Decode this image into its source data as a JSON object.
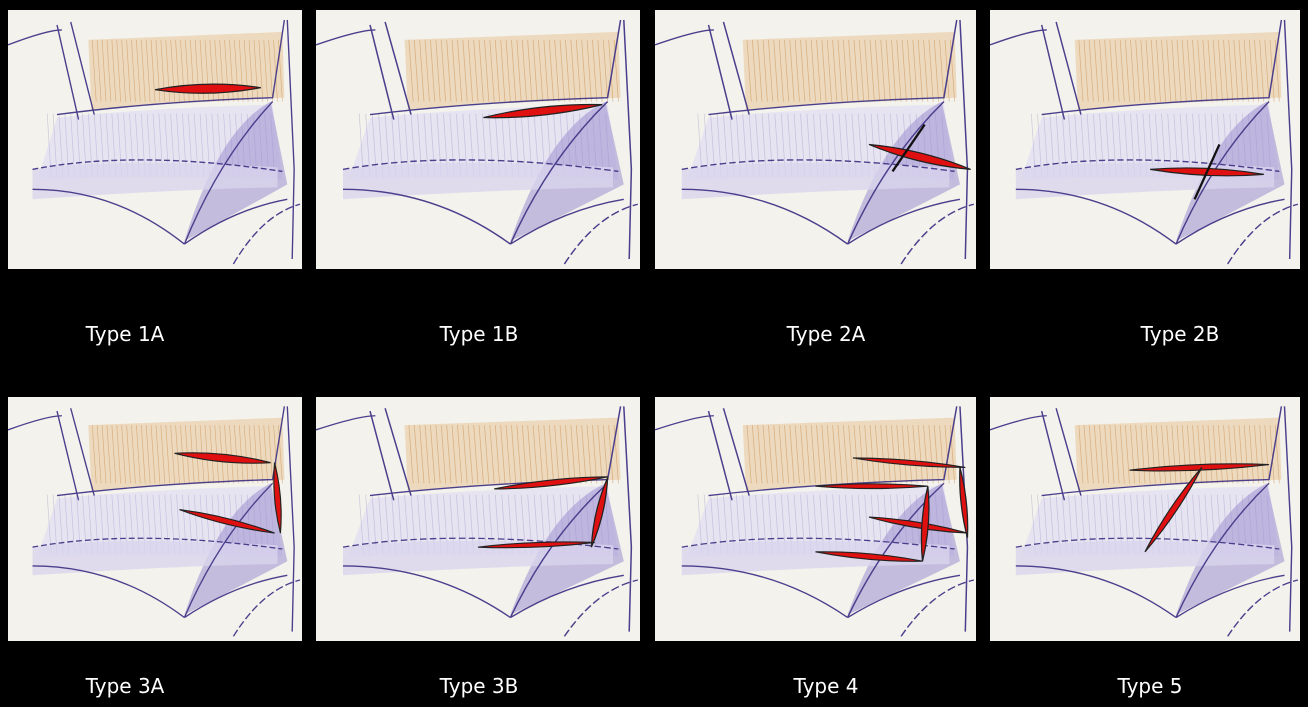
{
  "panels": [
    {
      "label": "Type 1A"
    },
    {
      "label": "Type 1B"
    },
    {
      "label": "Type 2A"
    },
    {
      "label": "Type 2B"
    },
    {
      "label": "Type 3A"
    },
    {
      "label": "Type 3B"
    },
    {
      "label": "Type 4"
    },
    {
      "label": "Type 5"
    }
  ],
  "colors": {
    "background": "#000000",
    "paper": "#f3f2ec",
    "orange_region": "#e9c9a0",
    "purple_region": "#9d8fd0",
    "outline": "#4a3f8c",
    "lesion_red": "#e01010"
  }
}
